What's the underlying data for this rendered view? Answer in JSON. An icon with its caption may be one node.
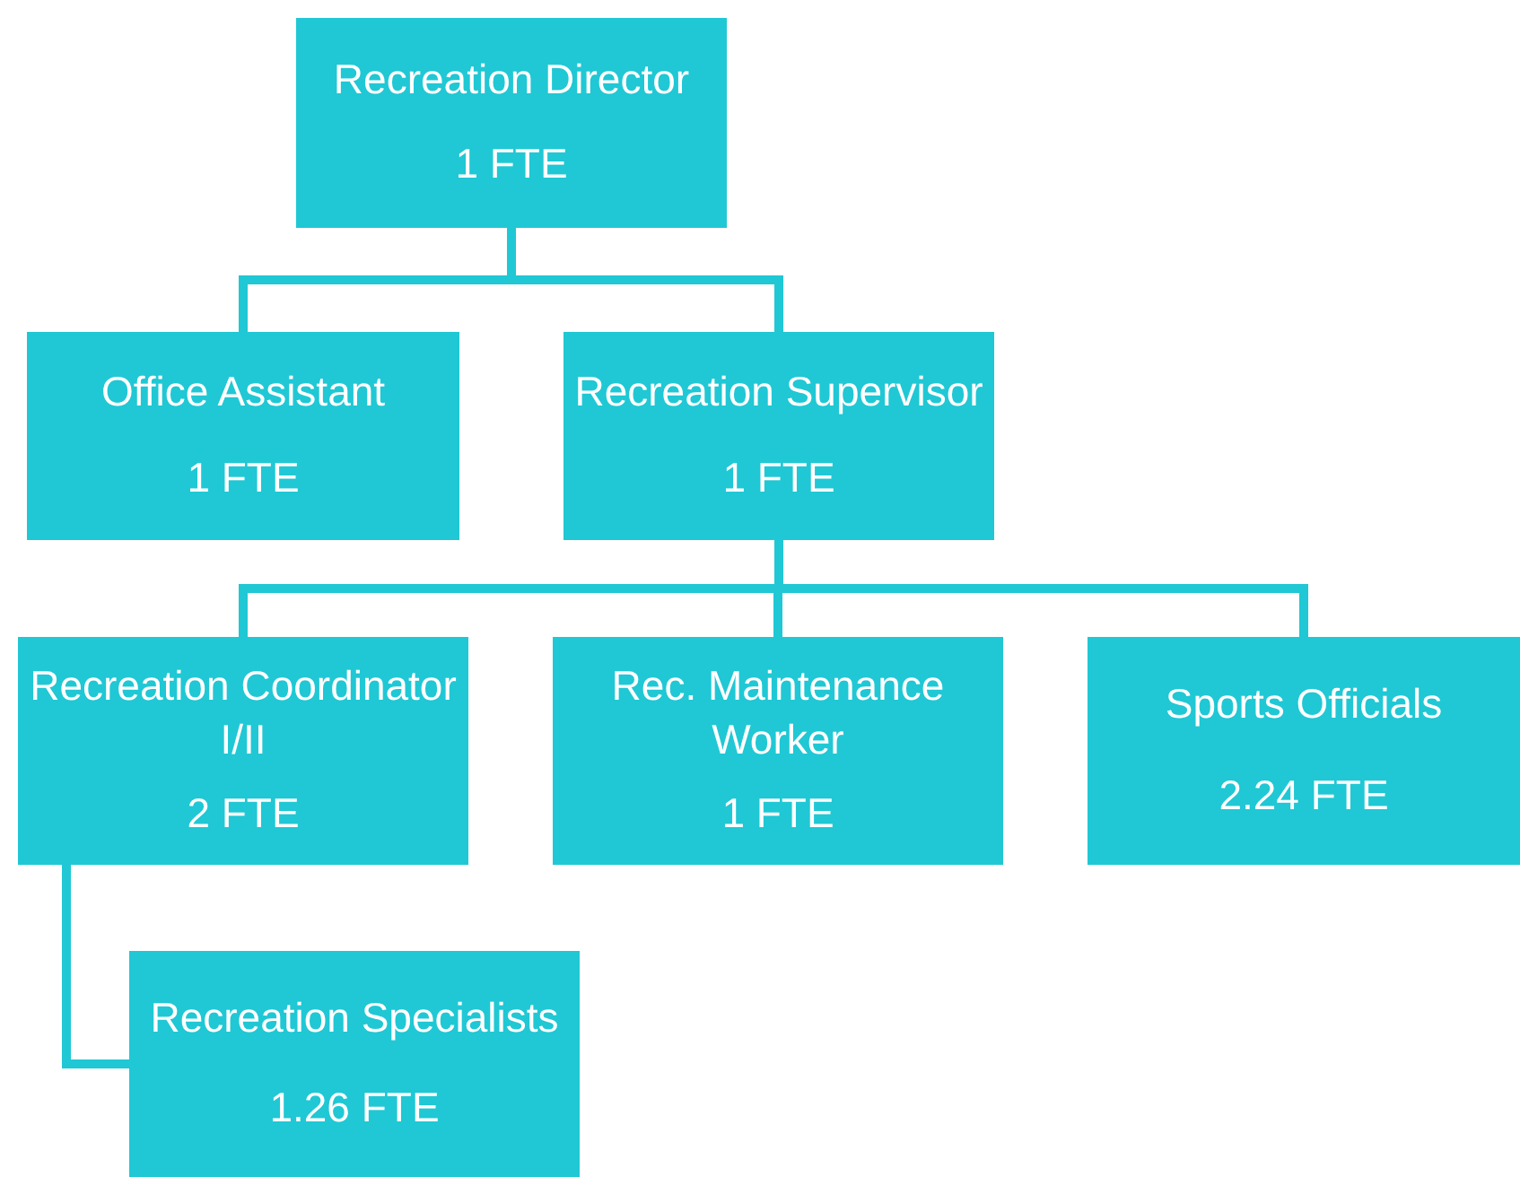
{
  "diagram": {
    "nodes": [
      {
        "text": [
          "Recreation Director",
          "1 FTE"
        ]
      },
      {
        "text": [
          "Office Assistant",
          "1 FTE"
        ]
      },
      {
        "text": [
          "Recreation Supervisor",
          "1 FTE"
        ]
      },
      {
        "text": [
          "Recreation Coordinator I/II",
          "2 FTE"
        ]
      },
      {
        "text": [
          "Rec. Maintenance Worker",
          "1 FTE"
        ]
      },
      {
        "text": [
          "Sports Officials",
          "2.24 FTE"
        ]
      },
      {
        "text": [
          "Recreation Specialists",
          "1.26 FTE"
        ]
      }
    ],
    "edges": [
      {
        "from": 0,
        "to": 1,
        "arrow": "none"
      },
      {
        "from": 0,
        "to": 2,
        "arrow": "none"
      },
      {
        "from": 2,
        "to": 3,
        "arrow": "none"
      },
      {
        "from": 2,
        "to": 4,
        "arrow": "none"
      },
      {
        "from": 2,
        "to": 5,
        "arrow": "none"
      },
      {
        "from": 3,
        "to": 6,
        "arrow": "none"
      }
    ]
  }
}
